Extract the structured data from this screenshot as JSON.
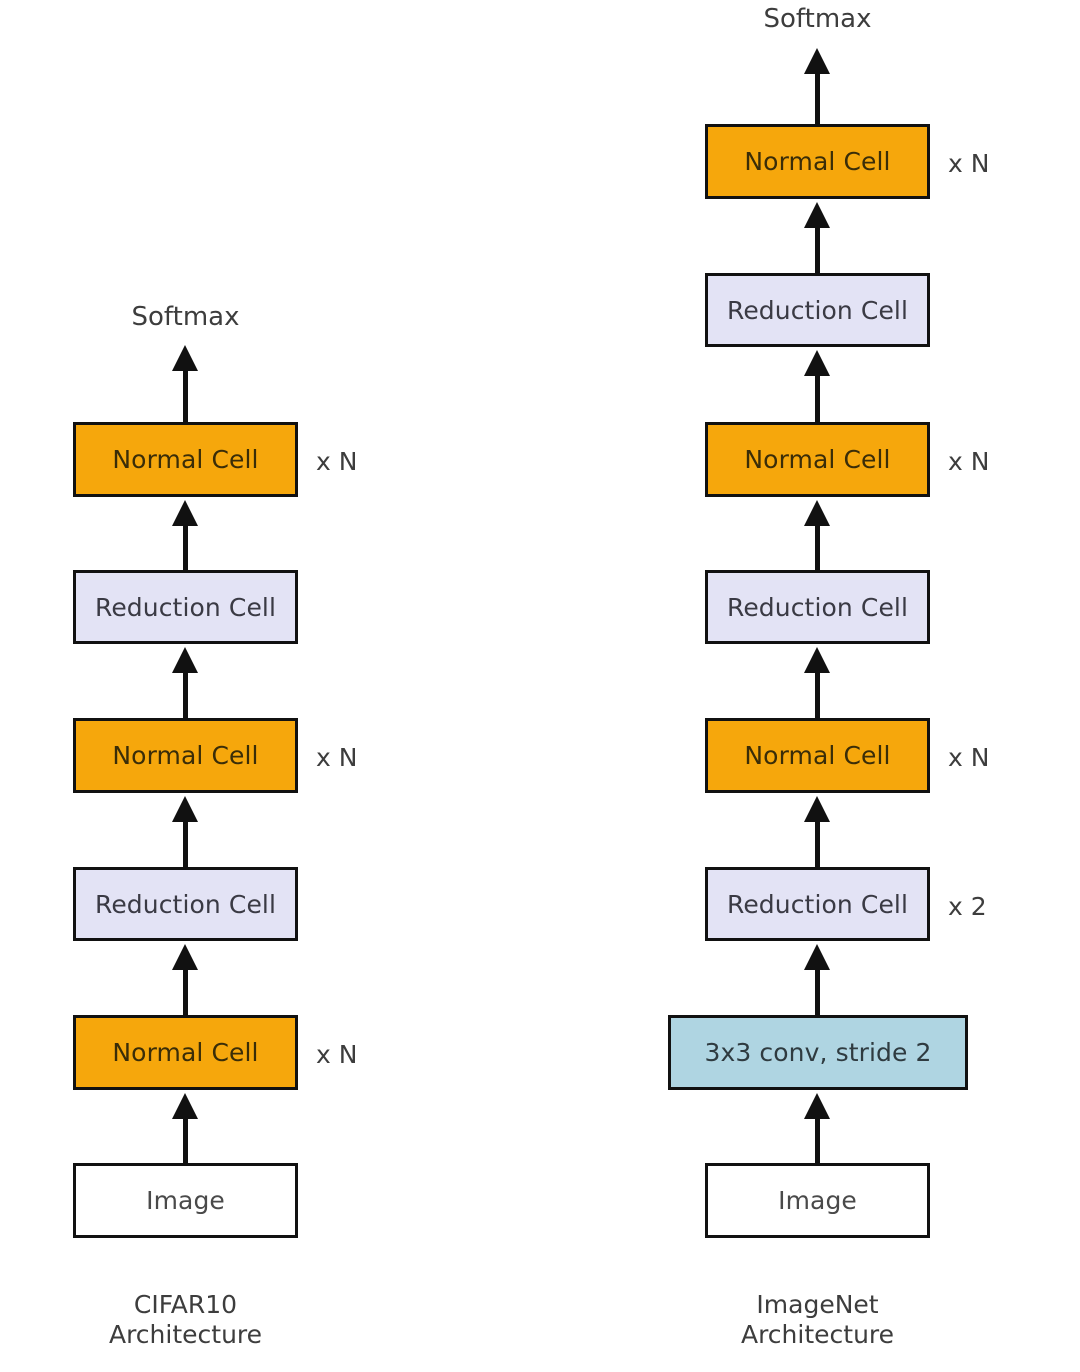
{
  "diagram": {
    "title_present": false,
    "colors": {
      "normal_cell": "#F6A70C",
      "reduction_cell": "#E3E3F5",
      "conv_cell": "#AFD5E2",
      "image_cell": "#FFFFFF",
      "stroke": "#111111",
      "text": "#3D3D3D",
      "background": "#FFFFFF"
    },
    "columns": [
      {
        "id": "cifar10",
        "caption_line1": "CIFAR10",
        "caption_line2": "Architecture",
        "output_label": "Softmax",
        "nodes": [
          {
            "label": "Normal Cell",
            "type": "normal",
            "multiplier": "x N"
          },
          {
            "label": "Reduction Cell",
            "type": "reduction",
            "multiplier": ""
          },
          {
            "label": "Normal Cell",
            "type": "normal",
            "multiplier": "x N"
          },
          {
            "label": "Reduction Cell",
            "type": "reduction",
            "multiplier": ""
          },
          {
            "label": "Normal Cell",
            "type": "normal",
            "multiplier": "x N"
          },
          {
            "label": "Image",
            "type": "image",
            "multiplier": ""
          }
        ]
      },
      {
        "id": "imagenet",
        "caption_line1": "ImageNet",
        "caption_line2": "Architecture",
        "output_label": "Softmax",
        "nodes": [
          {
            "label": "Normal Cell",
            "type": "normal",
            "multiplier": "x N"
          },
          {
            "label": "Reduction Cell",
            "type": "reduction",
            "multiplier": ""
          },
          {
            "label": "Normal Cell",
            "type": "normal",
            "multiplier": "x N"
          },
          {
            "label": "Reduction Cell",
            "type": "reduction",
            "multiplier": ""
          },
          {
            "label": "Normal Cell",
            "type": "normal",
            "multiplier": "x N"
          },
          {
            "label": "Reduction Cell",
            "type": "reduction",
            "multiplier": "x 2"
          },
          {
            "label": "3x3 conv, stride 2",
            "type": "conv",
            "multiplier": ""
          },
          {
            "label": "Image",
            "type": "image",
            "multiplier": ""
          }
        ]
      }
    ]
  }
}
